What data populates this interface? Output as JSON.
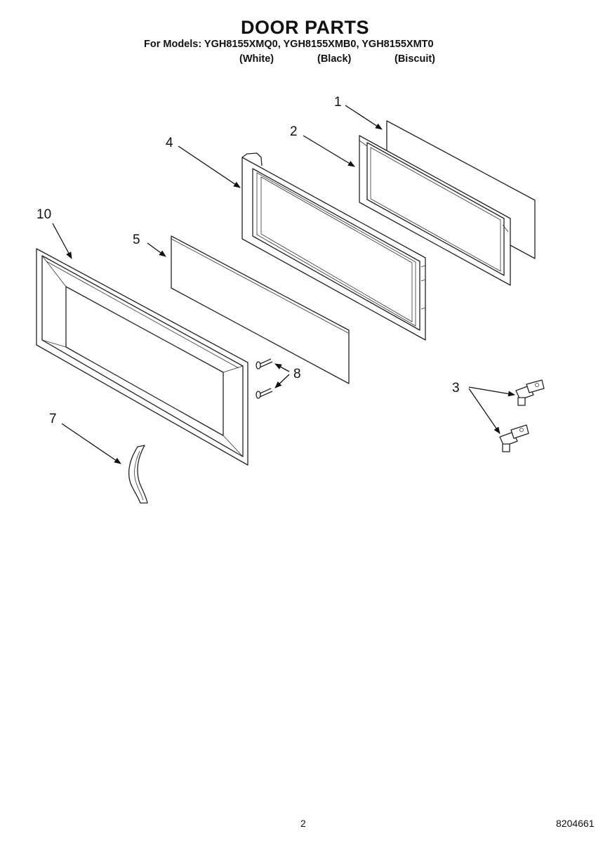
{
  "header": {
    "title": "DOOR PARTS",
    "models_line": "For Models: YGH8155XMQ0, YGH8155XMB0, YGH8155XMT0",
    "variants": [
      "(White)",
      "(Black)",
      "(Biscuit)"
    ]
  },
  "callouts": {
    "c1": "1",
    "c2": "2",
    "c3": "3",
    "c4": "4",
    "c5": "5",
    "c7": "7",
    "c8": "8",
    "c10": "10"
  },
  "footer": {
    "page_number": "2",
    "document_code": "8204661"
  }
}
